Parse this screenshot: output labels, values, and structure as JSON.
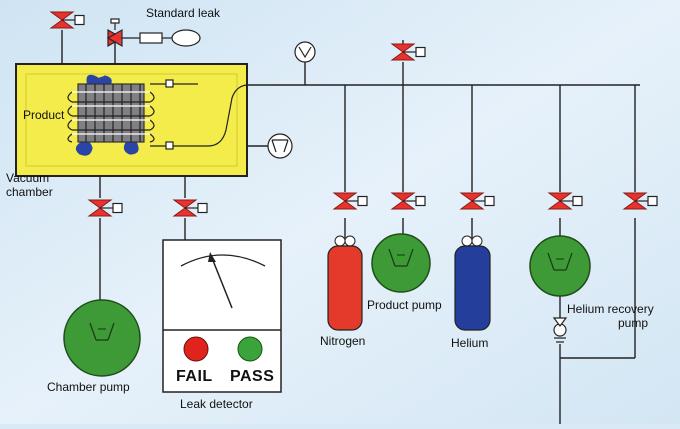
{
  "labels": {
    "standard_leak": "Standard leak",
    "product": "Product",
    "vacuum_chamber_line1": "Vacuum",
    "vacuum_chamber_line2": "chamber",
    "chamber_pump": "Chamber pump",
    "leak_detector": "Leak detector",
    "fail": "FAIL",
    "pass": "PASS",
    "nitrogen": "Nitrogen",
    "product_pump": "Product pump",
    "helium": "Helium",
    "helium_recovery_pump_line1": "Helium recovery",
    "helium_recovery_pump_line2": "pump"
  },
  "colors": {
    "background": "#d9eaf6",
    "chamber_fill": "#f3ec4a",
    "valve": "#e8322e",
    "pump": "#3e9a37",
    "nitrogen_cylinder": "#e33a2c",
    "helium_cylinder": "#243f9b",
    "fail_lamp": "#e0231d",
    "pass_lamp": "#3aa33a",
    "product_blob": "#2a45a8"
  }
}
